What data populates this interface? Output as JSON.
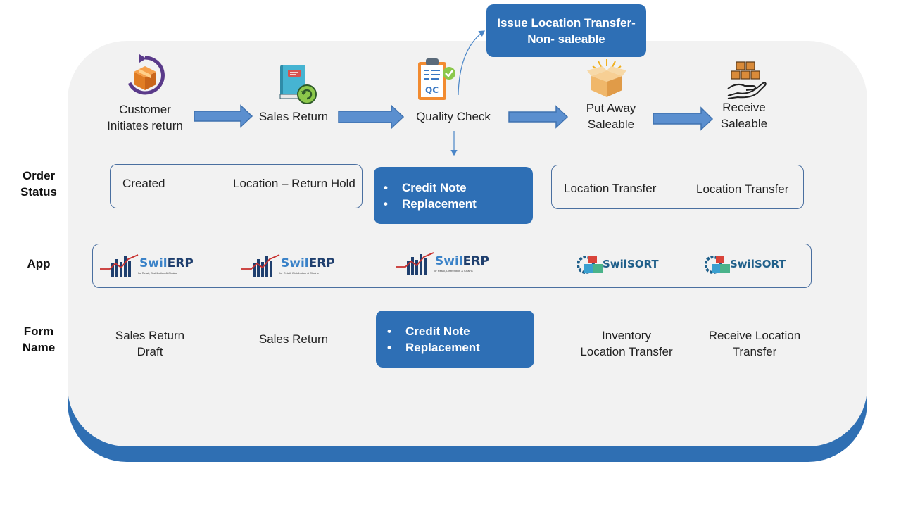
{
  "top_callout": "Issue Location Transfer-\nNon- saleable",
  "steps": [
    {
      "label": "Customer\nInitiates return",
      "icon": "box-return-icon"
    },
    {
      "label": "Sales Return",
      "icon": "book-return-icon"
    },
    {
      "label": "Quality Check",
      "icon": "qc-clipboard-icon"
    },
    {
      "label": "Put Away\nSaleable",
      "icon": "open-box-icon"
    },
    {
      "label": "Receive\nSaleable",
      "icon": "hand-boxes-icon"
    }
  ],
  "row_labels": {
    "order_status": "Order\nStatus",
    "app": "App",
    "form_name": "Form\nName"
  },
  "order_status": {
    "created": "Created",
    "return_hold": "Location – Return Hold",
    "qc_items": [
      "Credit Note",
      "Replacement"
    ],
    "transfer_1": "Location Transfer",
    "transfer_2": "Location Transfer"
  },
  "apps": {
    "erp_name_a": "Swil",
    "erp_name_b": "ERP",
    "erp_tagline": "for Retail, Distribution & Chains",
    "sort_name_a": "Swil",
    "sort_name_b": "SORT"
  },
  "form_names": {
    "f1": "Sales Return\nDraft",
    "f2": "Sales Return",
    "qc_items": [
      "Credit Note",
      "Replacement"
    ],
    "f4": "Inventory\nLocation Transfer",
    "f5": "Receive Location\nTransfer"
  },
  "colors": {
    "panel": "#f2f2f2",
    "accent_blue": "#2e6fb5",
    "arrow_blue": "#4a86c8",
    "border": "#4a6fa0"
  }
}
